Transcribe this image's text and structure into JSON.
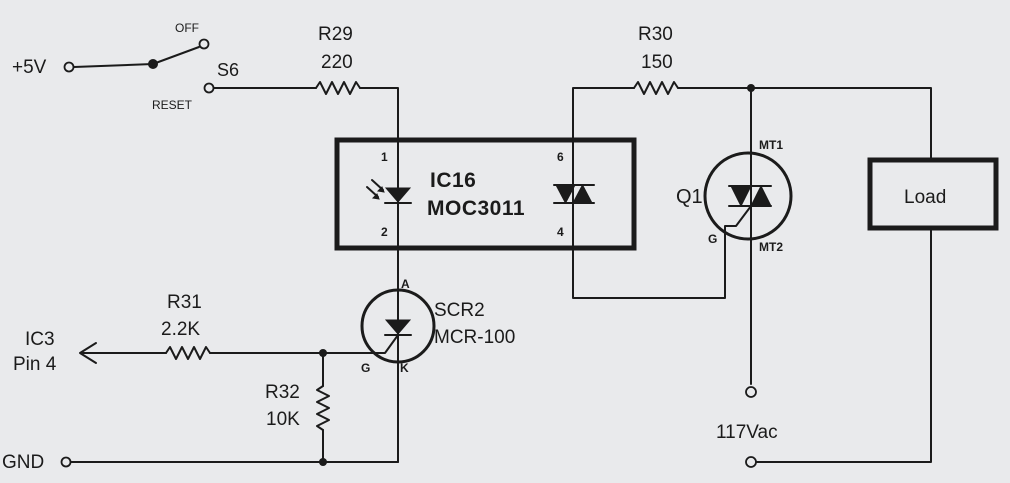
{
  "supply": {
    "label": "+5V"
  },
  "switch": {
    "ref": "S6",
    "off_label": "OFF",
    "reset_label": "RESET"
  },
  "r29": {
    "ref": "R29",
    "value": "220"
  },
  "r30": {
    "ref": "R30",
    "value": "150"
  },
  "r31": {
    "ref": "R31",
    "value": "2.2K"
  },
  "r32": {
    "ref": "R32",
    "value": "10K"
  },
  "ic16": {
    "ref": "IC16",
    "part": "MOC3011",
    "pins": {
      "p1": "1",
      "p2": "2",
      "p4": "4",
      "p6": "6"
    }
  },
  "q1": {
    "ref": "Q1",
    "mt1": "MT1",
    "mt2": "MT2",
    "gate": "G"
  },
  "load": {
    "label": "Load"
  },
  "scr2": {
    "ref": "SCR2",
    "part": "MCR-100",
    "anode": "A",
    "gate": "G",
    "cathode": "K"
  },
  "input": {
    "line1": "IC3",
    "line2": "Pin 4"
  },
  "ground": {
    "label": "GND"
  },
  "mains": {
    "label": "117Vac"
  }
}
